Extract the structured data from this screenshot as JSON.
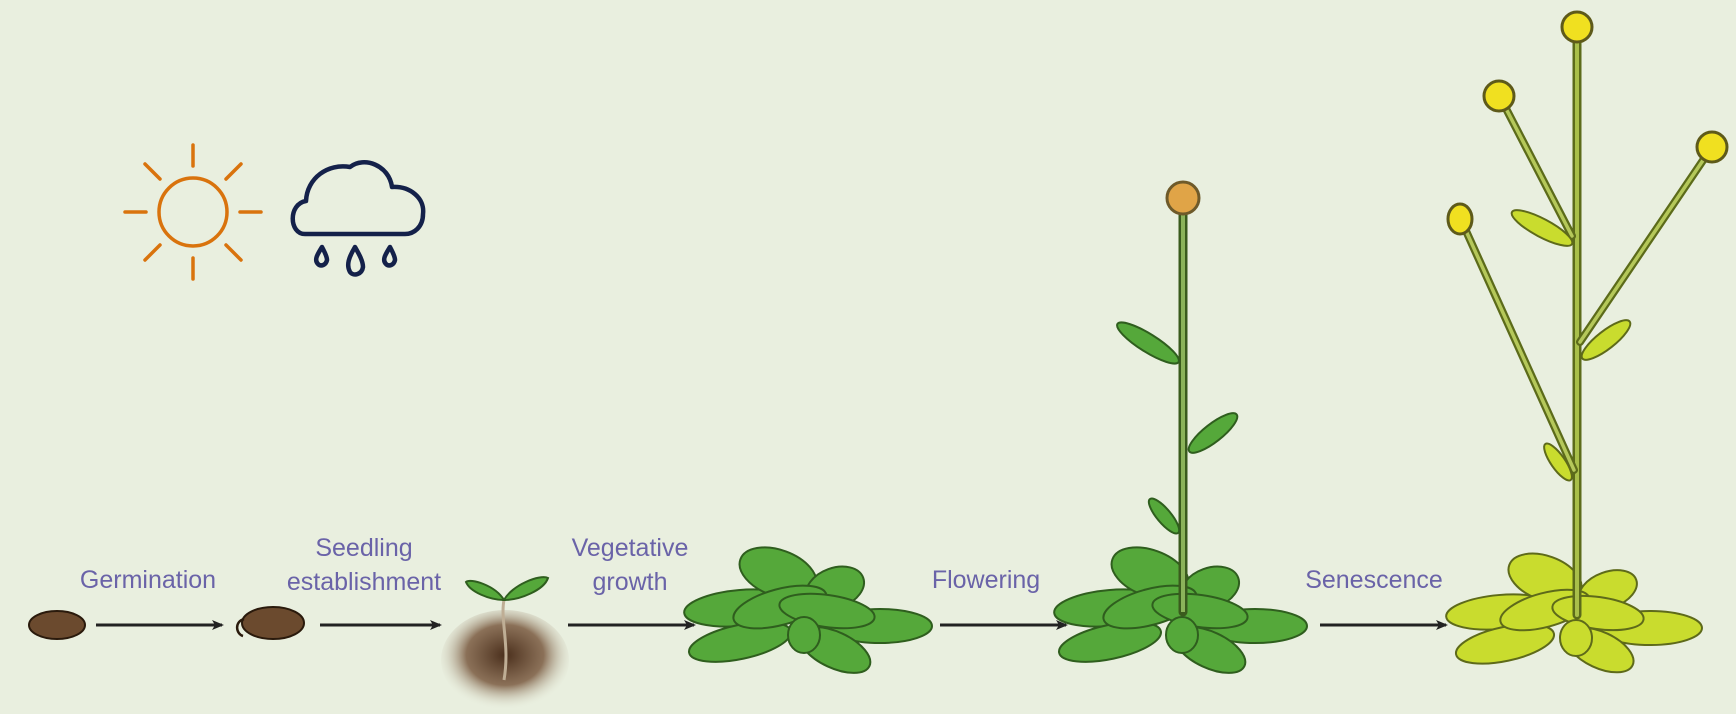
{
  "icons": {
    "sun": "sun-icon",
    "rain": "rain-cloud-icon"
  },
  "colors": {
    "background": "#e9efdf",
    "label_text": "#6a63a8",
    "sun": "#d9730d",
    "rain_cloud": "#14214a",
    "arrow": "#222222",
    "leaf_green": "#55a83a",
    "leaf_senescent": "#c9dc2e",
    "seed_brown": "#6b4a2e",
    "flower_bud": "#e0a447",
    "flower_yellow": "#f0e020"
  },
  "stages": {
    "germination": "Germination",
    "seedling_line1": "Seedling",
    "seedling_line2": "establishment",
    "vegetative_line1": "Vegetative",
    "vegetative_line2": "growth",
    "flowering": "Flowering",
    "senescence": "Senescence"
  }
}
